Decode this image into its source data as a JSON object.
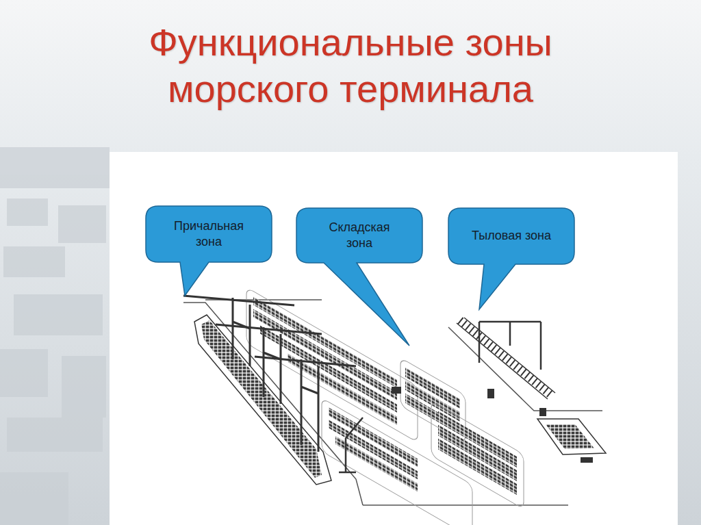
{
  "diagram": {
    "title": "Функциональные зоны морского терминала",
    "nodes": [
      {
        "text": [
          "Причальная зона"
        ]
      },
      {
        "text": [
          "Складская зона"
        ]
      },
      {
        "text": [
          "Тыловая зона"
        ]
      }
    ]
  }
}
